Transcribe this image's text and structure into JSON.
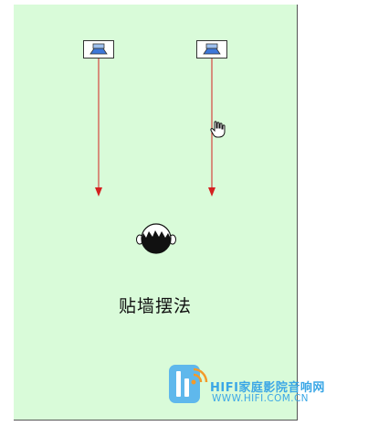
{
  "diagram": {
    "caption": "贴墙摆法",
    "colors": {
      "room_fill": "#d9fbd9",
      "arrow": "#d42020",
      "speaker_cone": "#3d77d8",
      "watermark": "#3ba7e6"
    },
    "icons": [
      "speaker-icon",
      "speaker-icon",
      "listener-head-icon",
      "hand-cursor-icon",
      "wifi-logo-icon"
    ]
  },
  "watermark": {
    "title": "HIFI家庭影院音响网",
    "url": "WWW.HIFI.COM.CN"
  }
}
